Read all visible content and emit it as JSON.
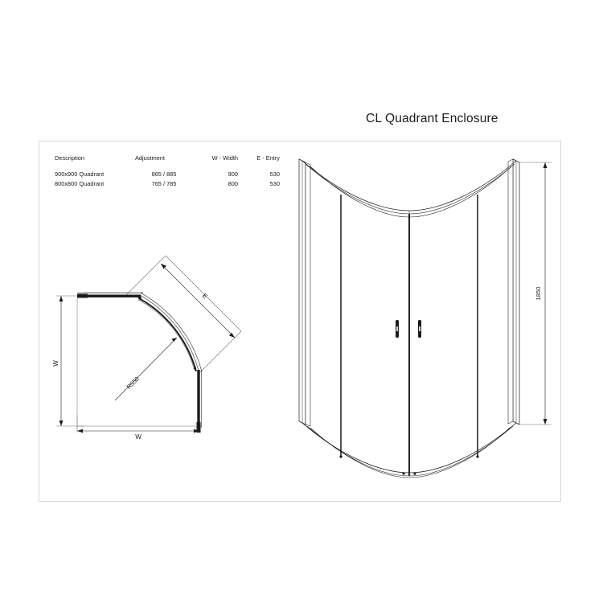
{
  "title": "CL Quadrant Enclosure",
  "table": {
    "headers": [
      "Description",
      "Adjustment",
      "W - Width",
      "E - Entry"
    ],
    "rows": [
      [
        "900x900 Quadrant",
        "865 / 885",
        "900",
        "530"
      ],
      [
        "800x800 Quadrant",
        "765 / 785",
        "800",
        "530"
      ]
    ]
  },
  "plan_view": {
    "name": "plan-view",
    "labels": {
      "width_vertical": "W",
      "width_horizontal": "W",
      "radius": "R550",
      "entry": "E"
    }
  },
  "iso_view": {
    "name": "isometric-view",
    "labels": {
      "height": "1850"
    }
  },
  "colors": {
    "line": "#1b1b1b",
    "frame_border": "#d8d8d8",
    "thin_line": "#4a4a4a",
    "text": "#1b1b1b",
    "background": "#ffffff"
  }
}
